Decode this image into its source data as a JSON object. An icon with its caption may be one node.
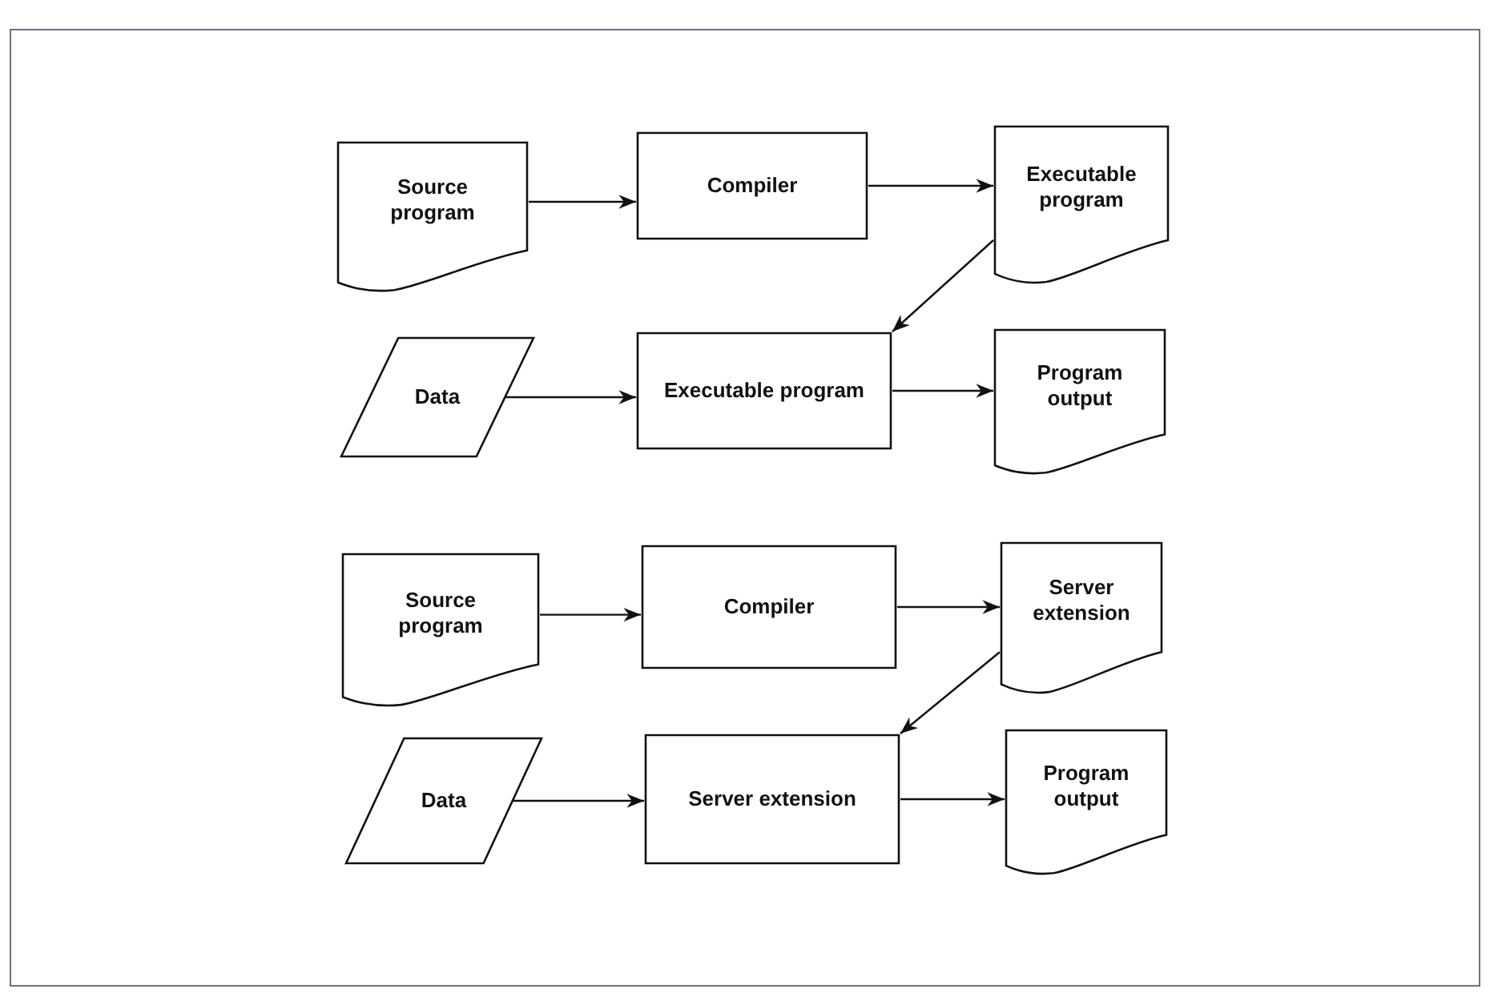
{
  "diagram": {
    "nodes": [
      {
        "text": [
          "Source program"
        ]
      },
      {
        "text": [
          "Compiler"
        ]
      },
      {
        "text": [
          "Executable program"
        ]
      },
      {
        "text": [
          "Data"
        ]
      },
      {
        "text": [
          "Executable program"
        ]
      },
      {
        "text": [
          "Program output"
        ]
      },
      {
        "text": [
          "Source program"
        ]
      },
      {
        "text": [
          "Compiler"
        ]
      },
      {
        "text": [
          "Server extension"
        ]
      },
      {
        "text": [
          "Data"
        ]
      },
      {
        "text": [
          "Server extension"
        ]
      },
      {
        "text": [
          "Program output"
        ]
      }
    ],
    "edges": [
      {
        "from": 0,
        "to": 1,
        "arrow": "to"
      },
      {
        "from": 1,
        "to": 2,
        "arrow": "to"
      },
      {
        "from": 2,
        "to": 4,
        "arrow": "to"
      },
      {
        "from": 3,
        "to": 4,
        "arrow": "to"
      },
      {
        "from": 4,
        "to": 5,
        "arrow": "to"
      },
      {
        "from": 6,
        "to": 7,
        "arrow": "to"
      },
      {
        "from": 7,
        "to": 8,
        "arrow": "to"
      },
      {
        "from": 8,
        "to": 10,
        "arrow": "to"
      },
      {
        "from": 9,
        "to": 10,
        "arrow": "to"
      },
      {
        "from": 10,
        "to": 11,
        "arrow": "to"
      }
    ]
  }
}
